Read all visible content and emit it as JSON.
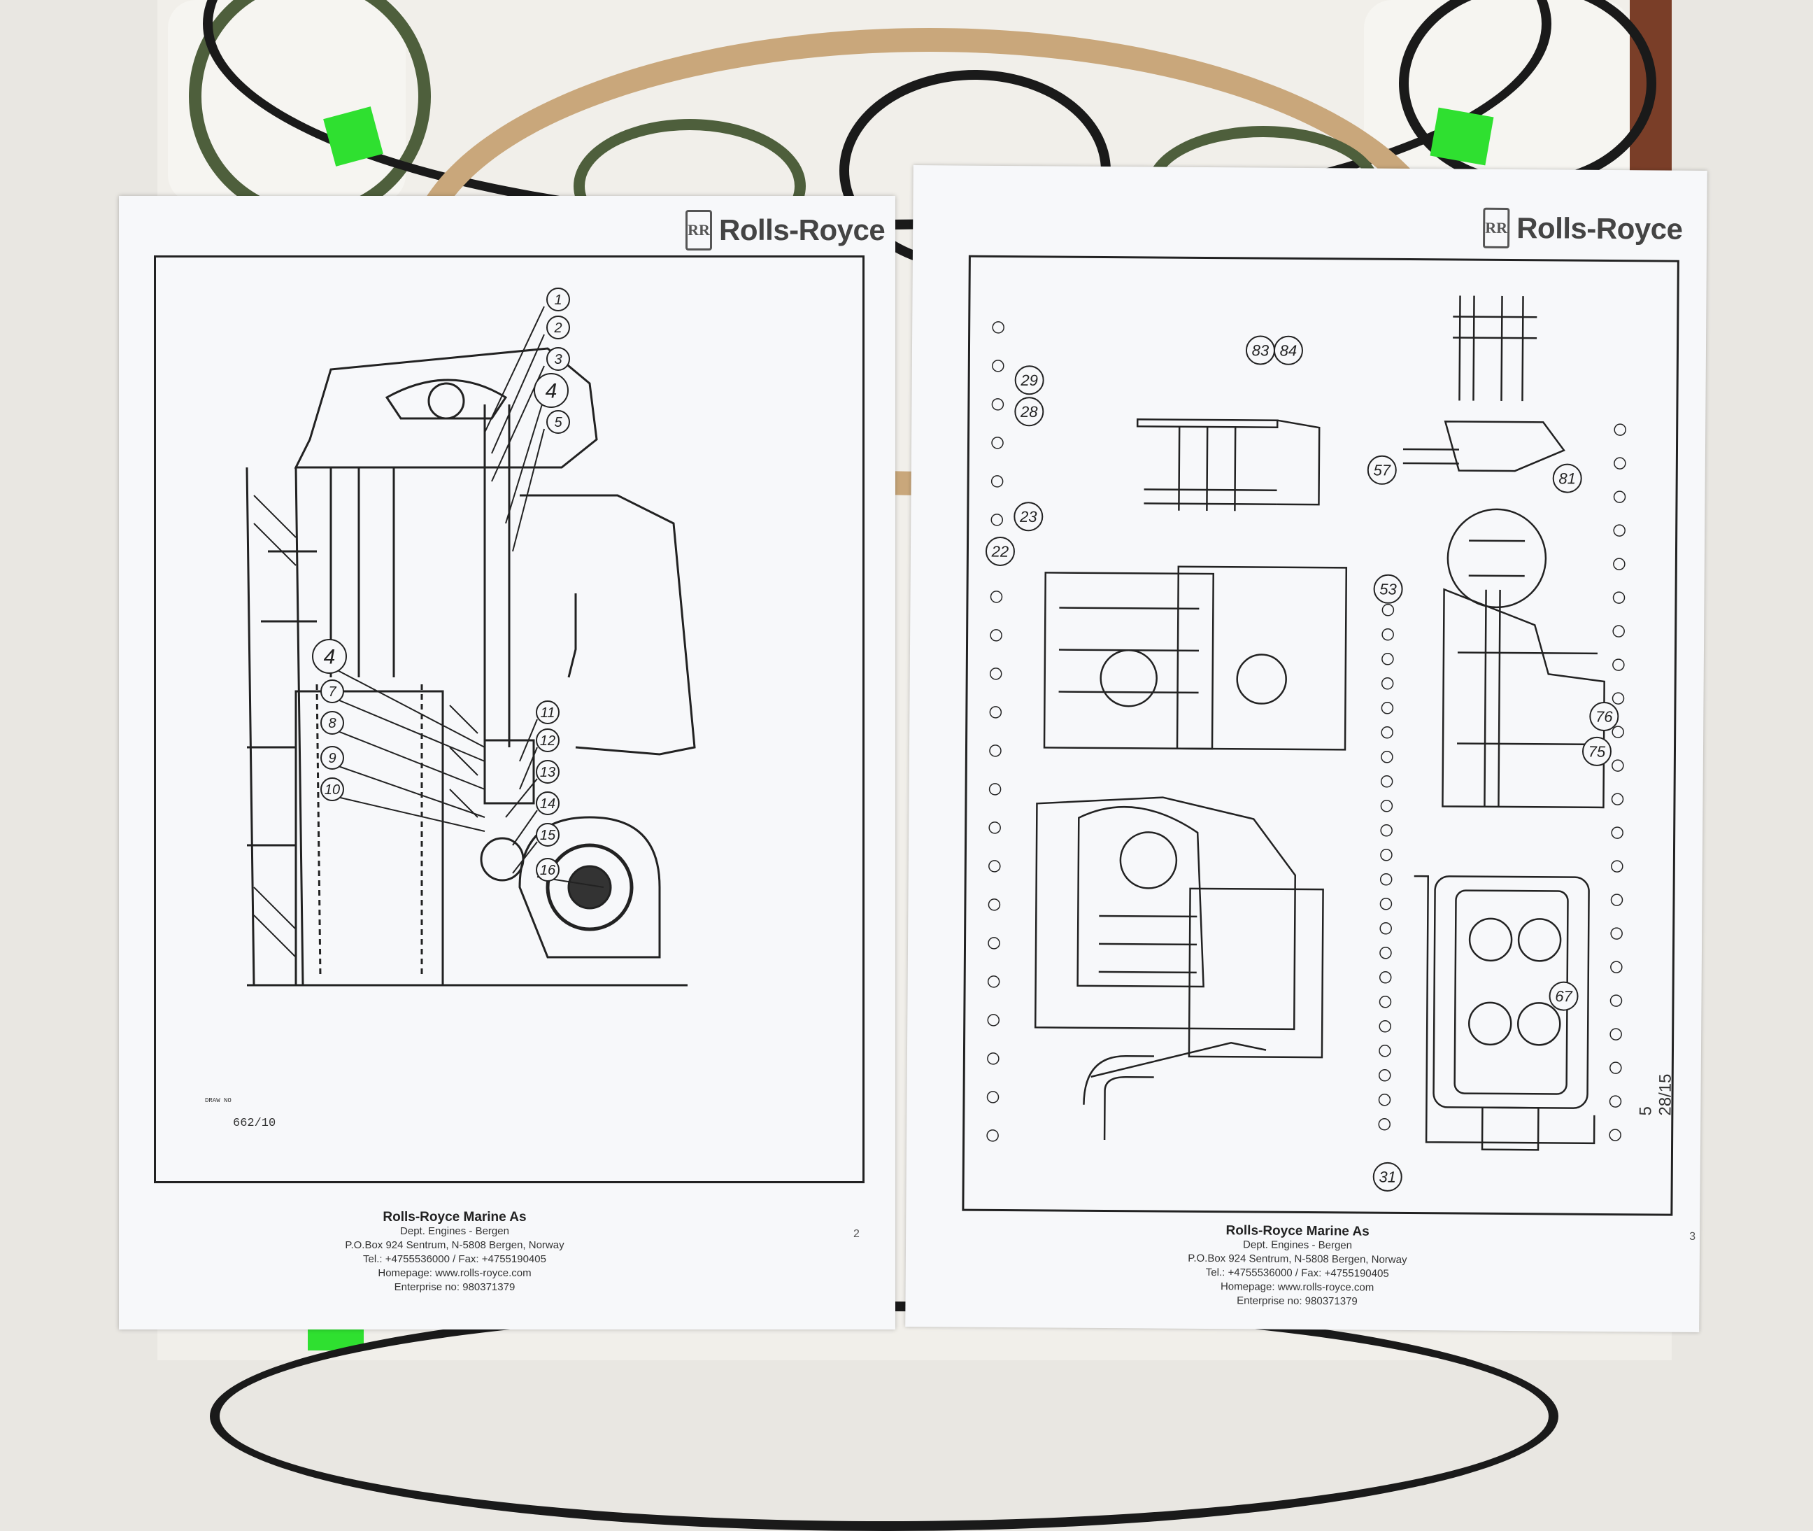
{
  "header": {
    "brand_left": "Rolls-Royce",
    "brand_right": "Rolls-Royce",
    "badge": "RR"
  },
  "left_page": {
    "callouts": [
      "1",
      "2",
      "3",
      "4",
      "5",
      "4",
      "7",
      "8",
      "9",
      "10",
      "11",
      "12",
      "13",
      "14",
      "15",
      "16"
    ],
    "draw_label": "DRAW NO",
    "draw_no": "662/10",
    "page_number": "2"
  },
  "right_page": {
    "big_callouts": [
      "83",
      "84",
      "29",
      "28",
      "57",
      "81",
      "23",
      "22",
      "53",
      "76",
      "75",
      "67",
      "31"
    ],
    "side_code": "5 28/15",
    "page_number": "3"
  },
  "footer": {
    "company": "Rolls-Royce Marine As",
    "dept": "Dept. Engines - Bergen",
    "address": "P.O.Box 924 Sentrum, N-5808 Bergen, Norway",
    "phone": "Tel.: +4755536000 / Fax: +4755190405",
    "homepage": "Homepage: www.rolls-royce.com",
    "enterprise": "Enterprise no: 980371379"
  },
  "colors": {
    "tag_green": "#2fe030",
    "ring_olive": "#4e5f3c",
    "box_brown": "#7a3e28"
  }
}
